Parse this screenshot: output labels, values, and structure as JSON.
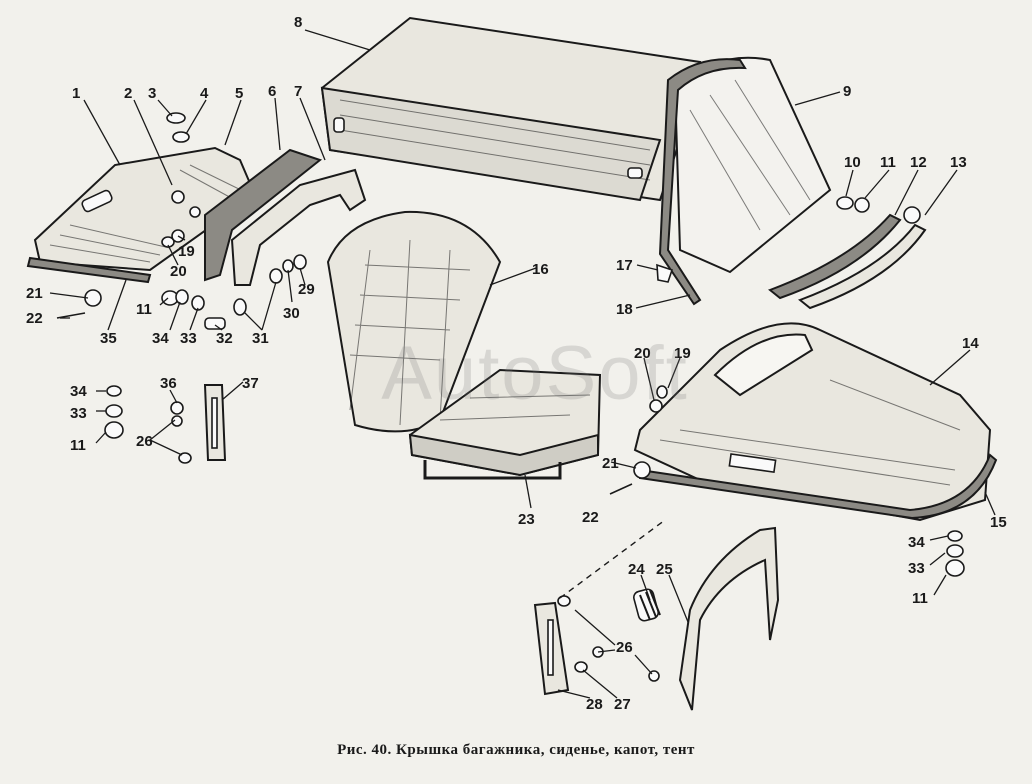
{
  "caption": "Рис. 40. Крышка багажника, сиденье, капот, тент",
  "watermark": "AutoSoft",
  "callouts": [
    "1",
    "2",
    "3",
    "4",
    "5",
    "6",
    "7",
    "8",
    "9",
    "10",
    "11",
    "12",
    "13",
    "14",
    "15",
    "16",
    "17",
    "18",
    "19",
    "20",
    "21",
    "22",
    "23",
    "24",
    "25",
    "26",
    "27",
    "28",
    "29",
    "30",
    "31",
    "32",
    "33",
    "34",
    "35",
    "36",
    "37"
  ],
  "icons": {
    "trunk_lid": "trunk-lid-drawing",
    "seat_cushion": "seat-cushion-drawing",
    "seat_back": "seat-back-drawing",
    "bonnet": "bonnet-drawing",
    "tent_roof": "tent-roof-drawing"
  }
}
